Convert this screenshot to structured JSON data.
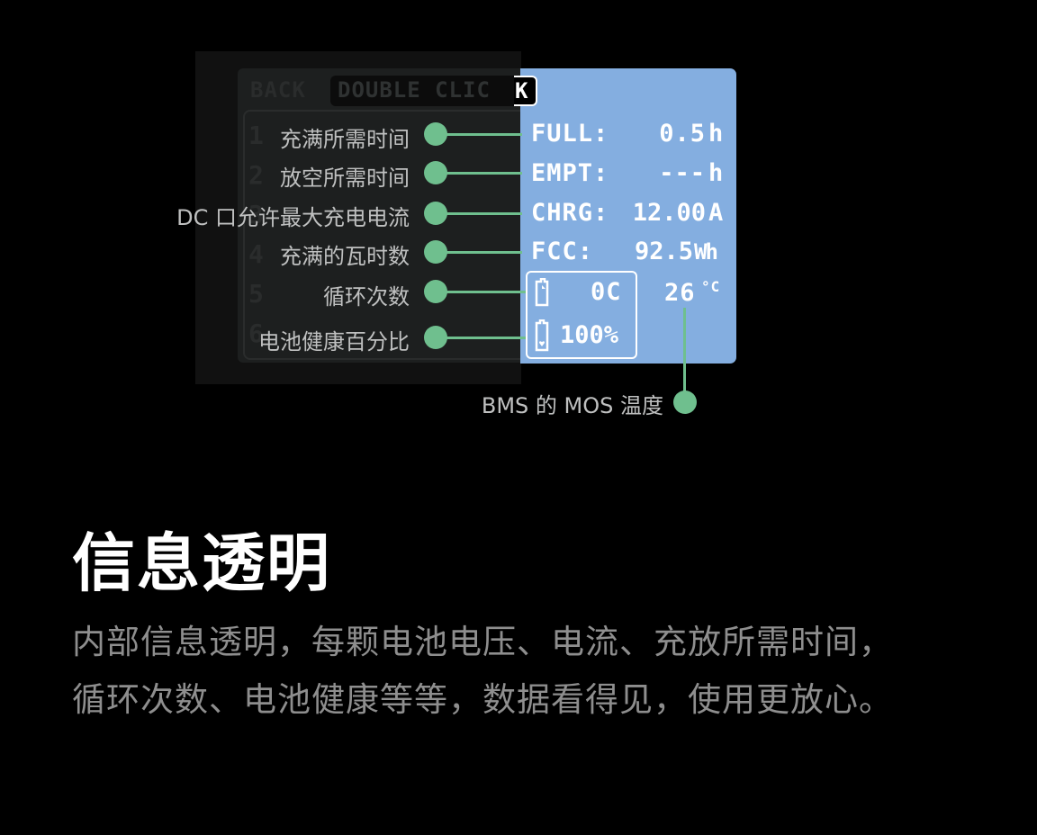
{
  "device": {
    "header_back": "BACK",
    "header_double": "DOUBLE CLIC",
    "header_k": "K",
    "ghost_rows": [
      "1",
      "2",
      "3",
      "4",
      "5",
      "6"
    ],
    "rows": [
      {
        "label": "FULL:",
        "value": "0.5",
        "unit": "h"
      },
      {
        "label": "EMPT:",
        "value": "---",
        "unit": "h"
      },
      {
        "label": "CHRG:",
        "value": "12.00",
        "unit": "A"
      },
      {
        "label": "FCC:",
        "value": "92.5",
        "unit": "Wh"
      }
    ],
    "cycle_count": "0C",
    "health": "100%",
    "temperature": "26",
    "temp_unit": "°C"
  },
  "annotations": {
    "full_time": "充满所需时间",
    "empty_time": "放空所需时间",
    "dc_current": "DC 口允许最大充电电流",
    "full_wh": "充满的瓦时数",
    "cycles": "循环次数",
    "health": "电池健康百分比",
    "mos_temp": "BMS 的 MOS 温度"
  },
  "section": {
    "title": "信息透明",
    "desc_line1": "内部信息透明，每颗电池电压、电流、充放所需时间，",
    "desc_line2": "循环次数、电池健康等等，数据看得见，使用更放心。"
  },
  "colors": {
    "background": "#000000",
    "screen_blue": "#84aee0",
    "accent_green": "#6fbf8e",
    "annotation_text": "#bfc0c0",
    "desc_text": "#8e8e8e"
  }
}
